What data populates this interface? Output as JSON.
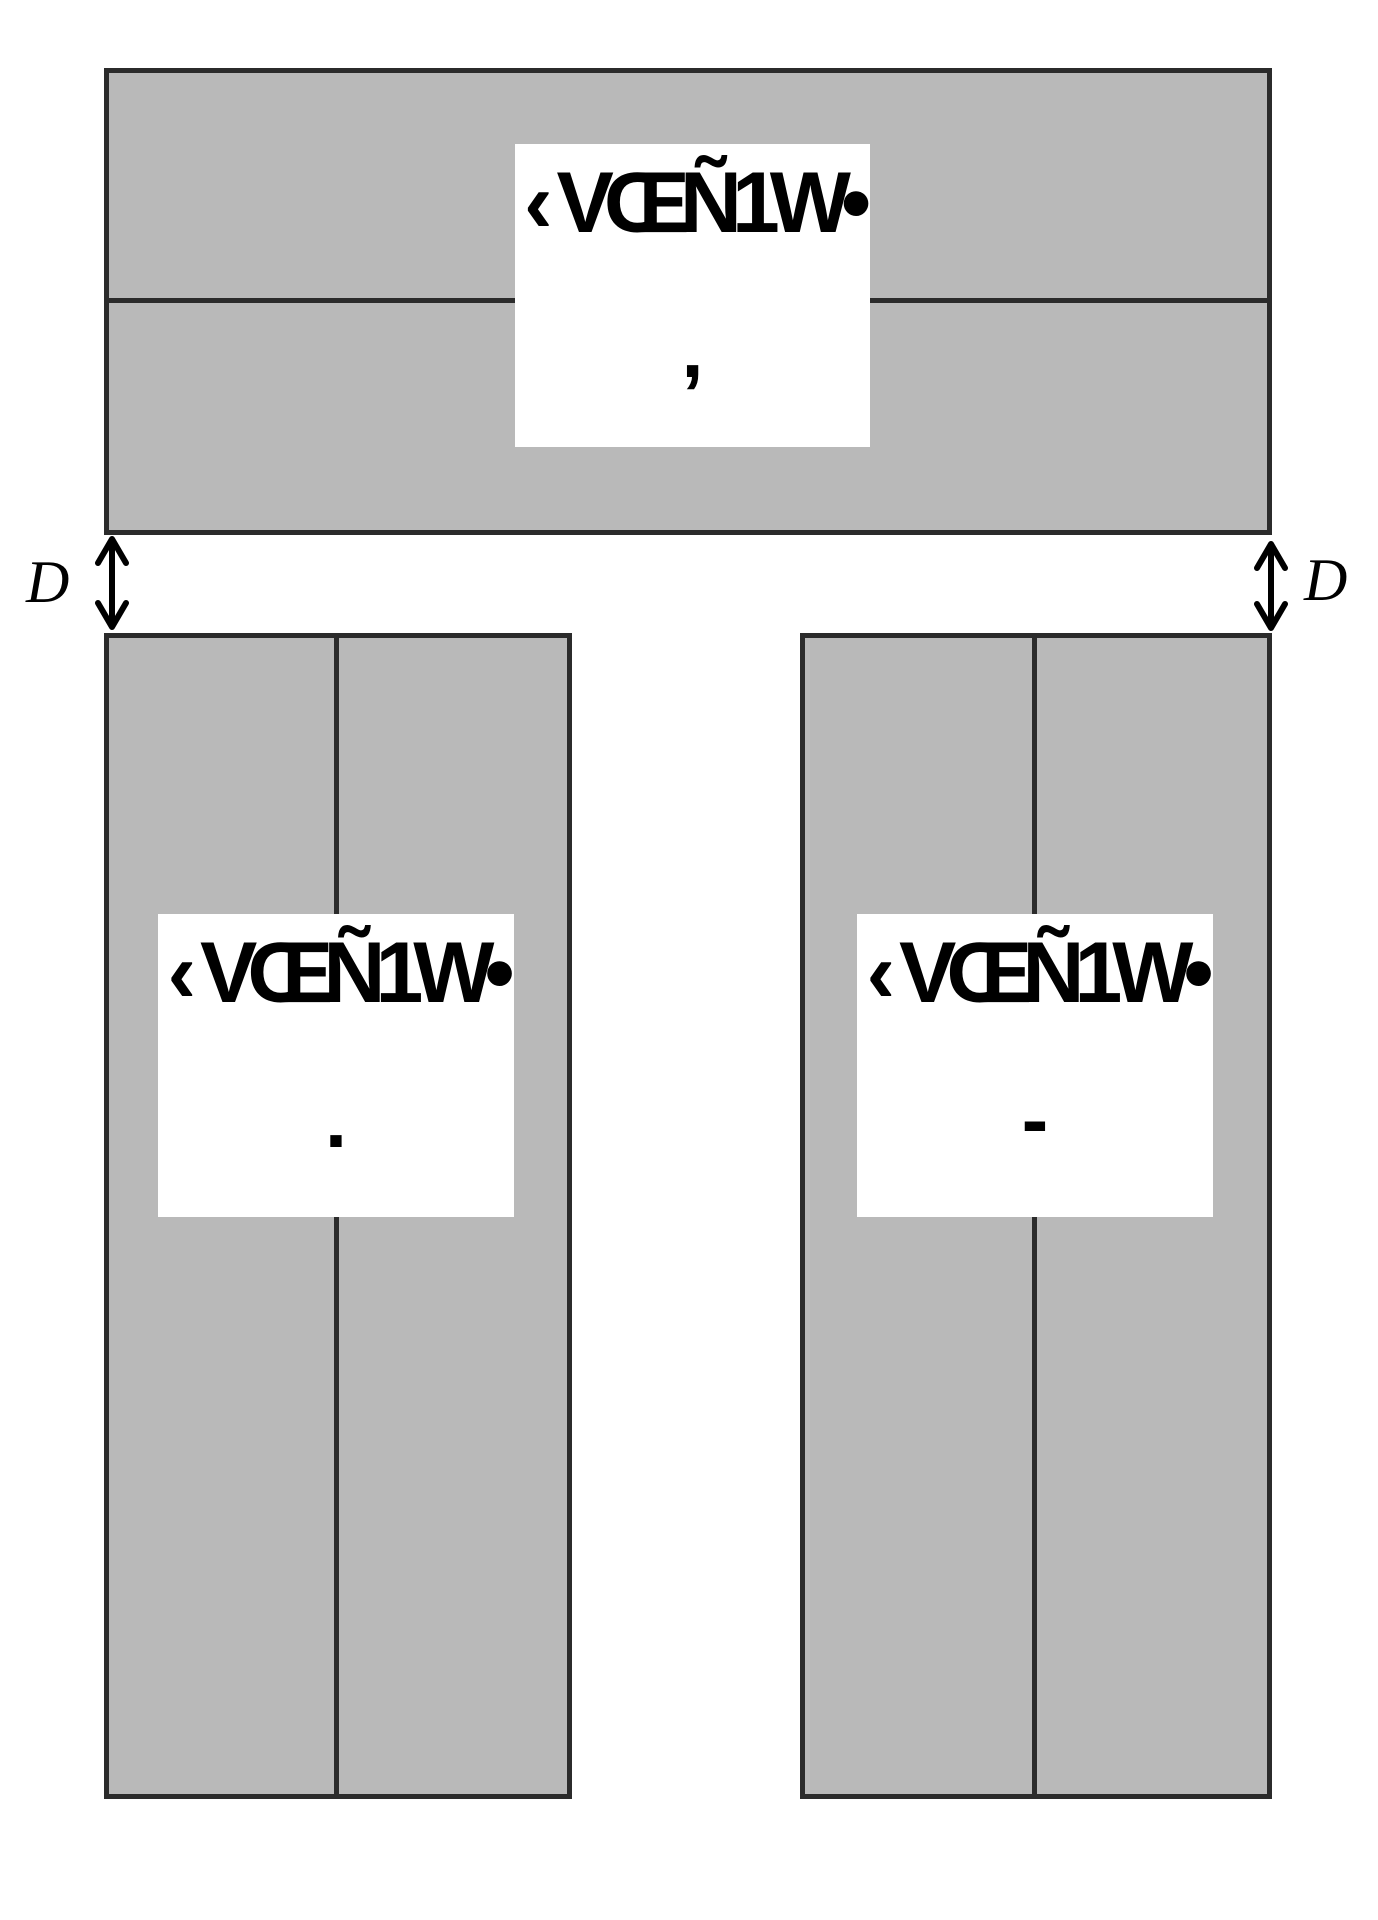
{
  "top_block": {
    "title": "‹ VŒÑ1W•",
    "mark": ","
  },
  "left_block": {
    "title": "‹ VŒÑ1W•",
    "mark": "."
  },
  "right_block": {
    "title": "‹ VŒÑ1W•",
    "mark": "-"
  },
  "gap_labels": {
    "left": "D",
    "right": "D"
  },
  "colors": {
    "fill": "#b9b9b9",
    "stroke": "#2b2b2b"
  }
}
